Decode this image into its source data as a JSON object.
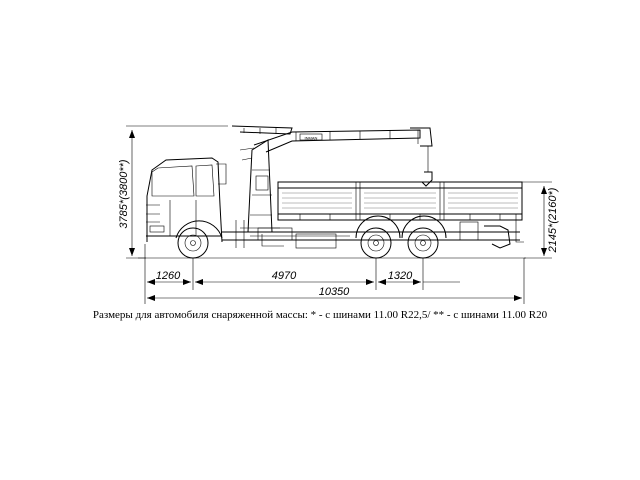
{
  "dimensions": {
    "wheel_front_to_center": "1260",
    "wheelbase": "4970",
    "rear_axle_spacing": "1320",
    "total_length": "10350",
    "total_height": "3785*(3800**)",
    "platform_height": "2145*(2160*)"
  },
  "caption": "Размеры для автомобиля снаряженной массы: * - с шинами 11.00 R22,5/ ** - с шинами 11.00 R20",
  "crane_badge": "INMAN"
}
